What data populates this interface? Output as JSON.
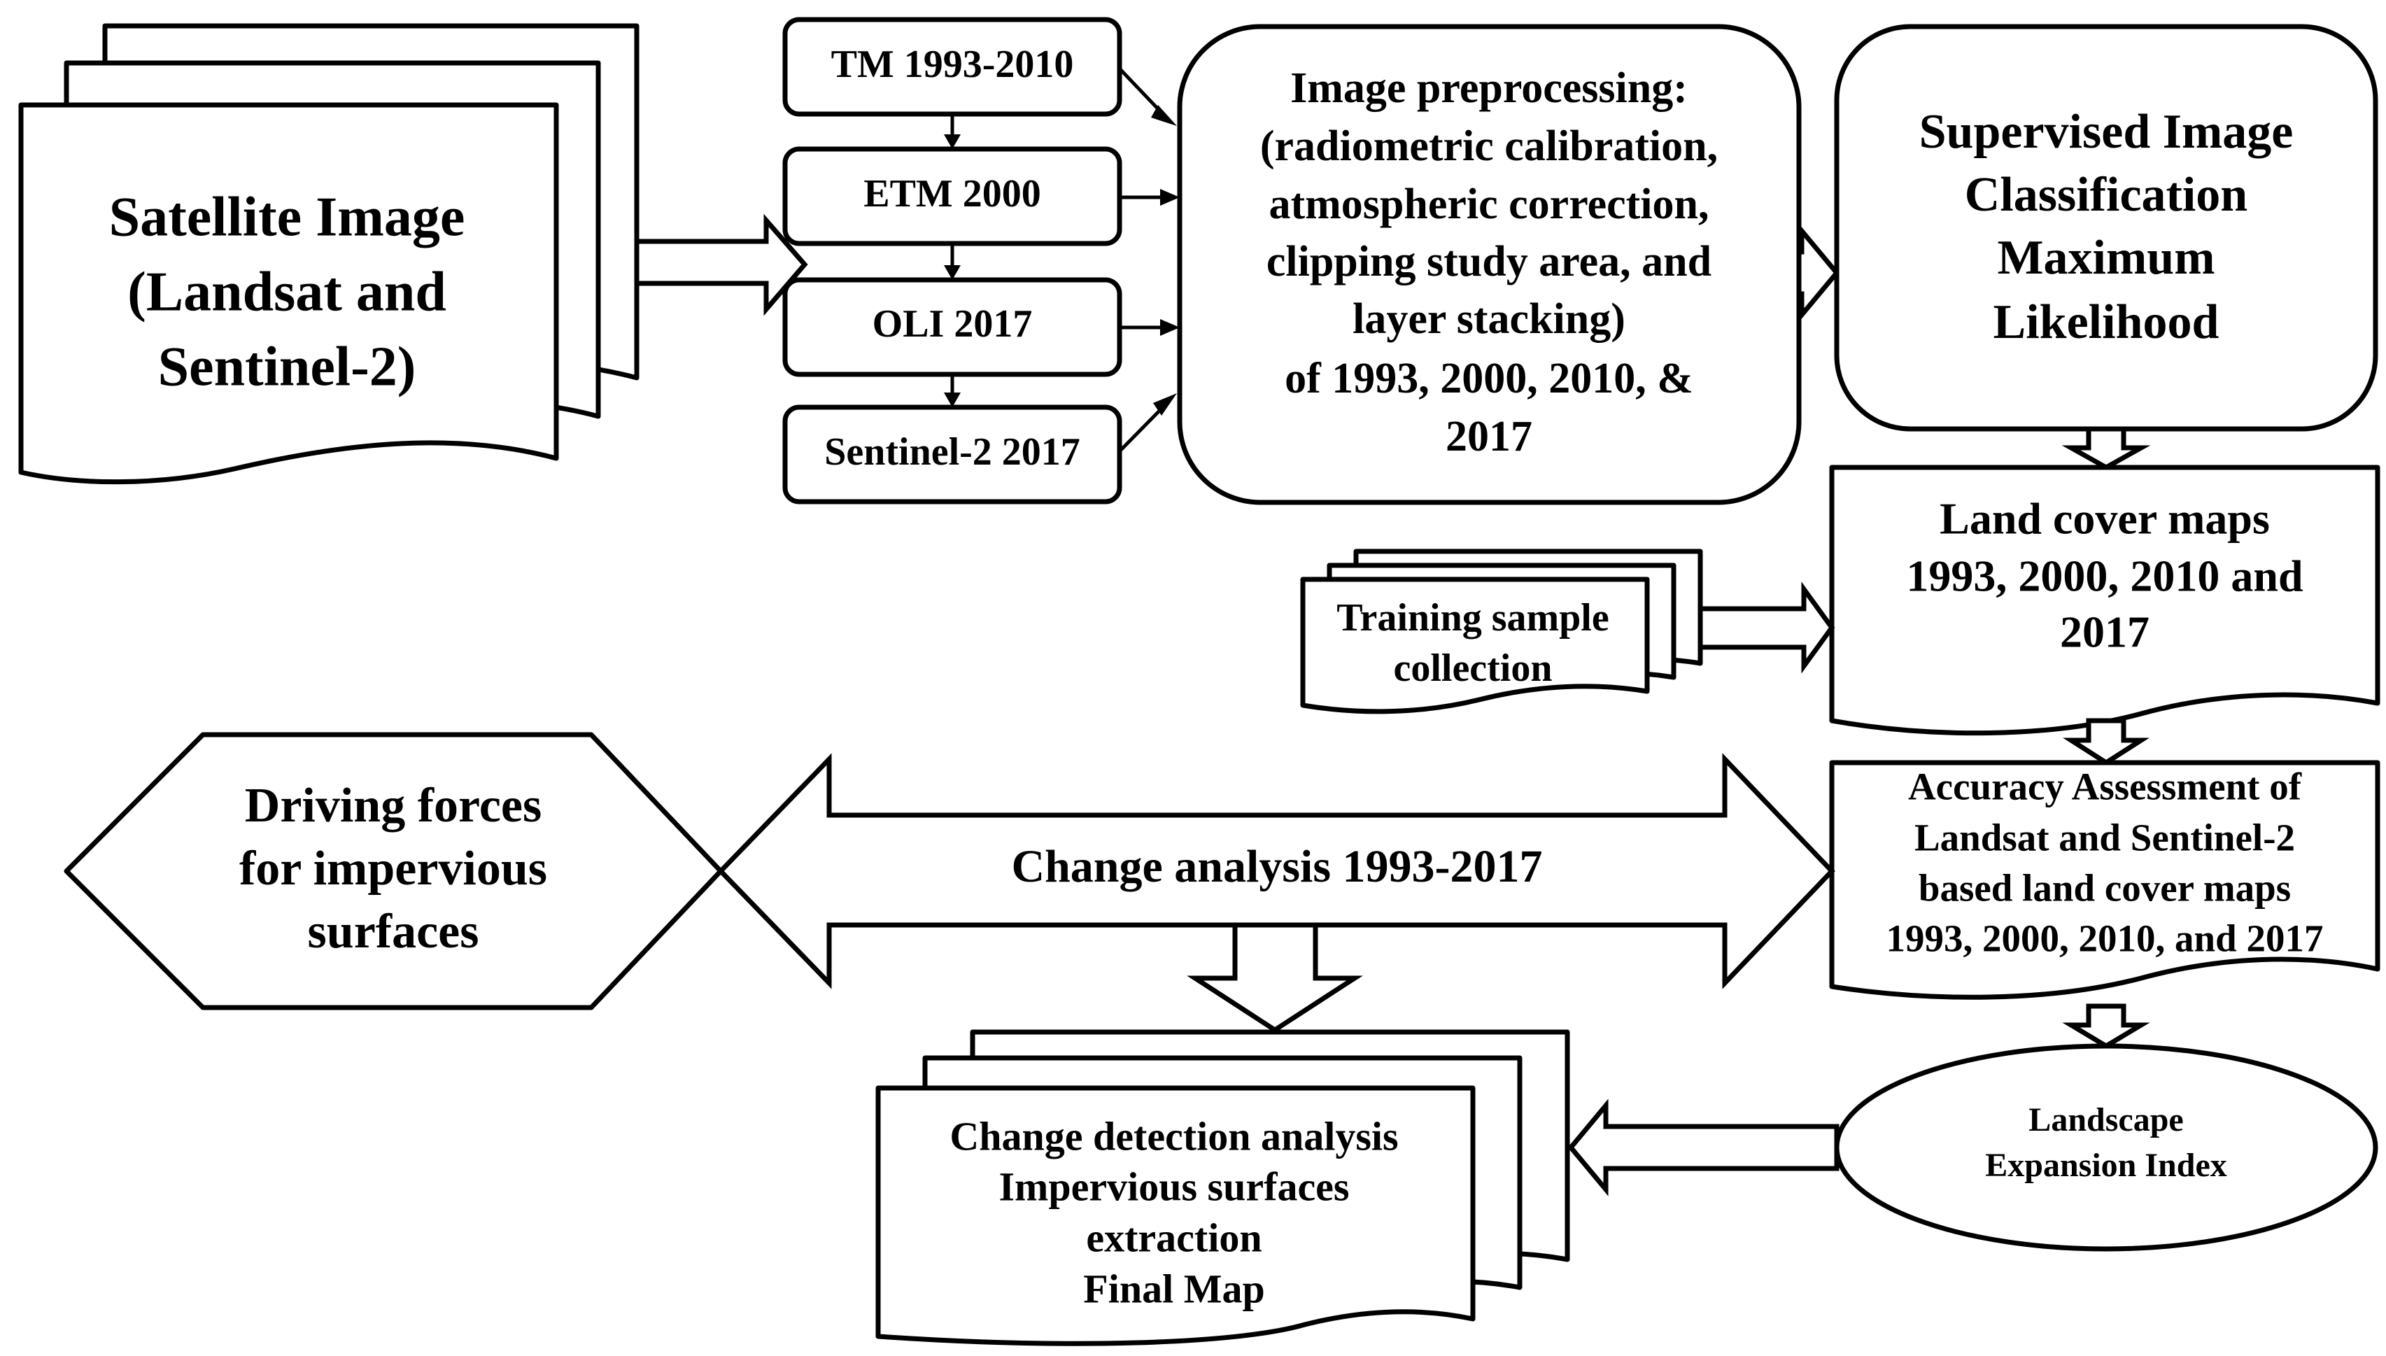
{
  "sources": {
    "satellite": [
      "Satellite Image",
      "(Landsat and",
      "Sentinel-2)"
    ],
    "tm": "TM 1993-2010",
    "etm": "ETM 2000",
    "oli": "OLI 2017",
    "sentinel": "Sentinel-2 2017"
  },
  "preprocessing": {
    "lines": [
      "Image preprocessing:",
      "(radiometric calibration,",
      "atmospheric correction,",
      "clipping study area, and",
      "layer stacking)",
      "of 1993, 2000, 2010, &",
      "2017"
    ]
  },
  "classification": {
    "lines": [
      "Supervised Image",
      "Classification",
      "Maximum",
      "Likelihood"
    ]
  },
  "land_cover": {
    "lines": [
      "Land cover maps",
      "1993, 2000, 2010 and",
      "2017"
    ]
  },
  "training": {
    "lines": [
      "Training sample",
      "collection"
    ]
  },
  "accuracy": {
    "lines": [
      "Accuracy Assessment of",
      "Landsat and Sentinel-2",
      "based land cover maps",
      "1993, 2000, 2010, and 2017"
    ]
  },
  "driving": {
    "lines": [
      "Driving forces",
      "for impervious",
      "surfaces"
    ]
  },
  "change_analysis": "Change analysis 1993-2017",
  "landscape": {
    "lines": [
      "Landscape",
      "Expansion Index"
    ]
  },
  "final": {
    "lines": [
      "Change detection analysis",
      "Impervious surfaces",
      "extraction",
      "Final Map"
    ]
  }
}
